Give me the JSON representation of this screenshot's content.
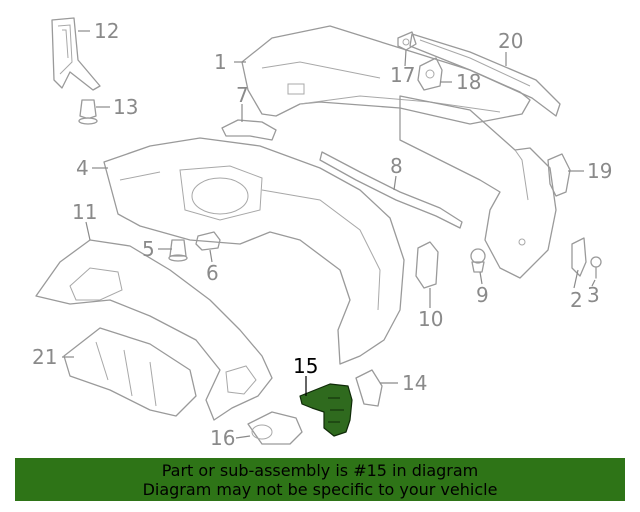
{
  "callouts": {
    "c1": "1",
    "c2": "2",
    "c3": "3",
    "c4": "4",
    "c5": "5",
    "c6": "6",
    "c7": "7",
    "c8": "8",
    "c9": "9",
    "c10": "10",
    "c11": "11",
    "c12": "12",
    "c13": "13",
    "c14": "14",
    "c15": "15",
    "c16": "16",
    "c17": "17",
    "c18": "18",
    "c19": "19",
    "c20": "20",
    "c21": "21"
  },
  "highlighted_part": "15",
  "colors": {
    "highlight": "#2f6a1e",
    "banner": "#2e7417",
    "line": "#9a9a9a"
  },
  "banner": {
    "line1": "Part or sub-assembly is #15 in diagram",
    "line2": "Diagram may not be specific to your vehicle"
  }
}
